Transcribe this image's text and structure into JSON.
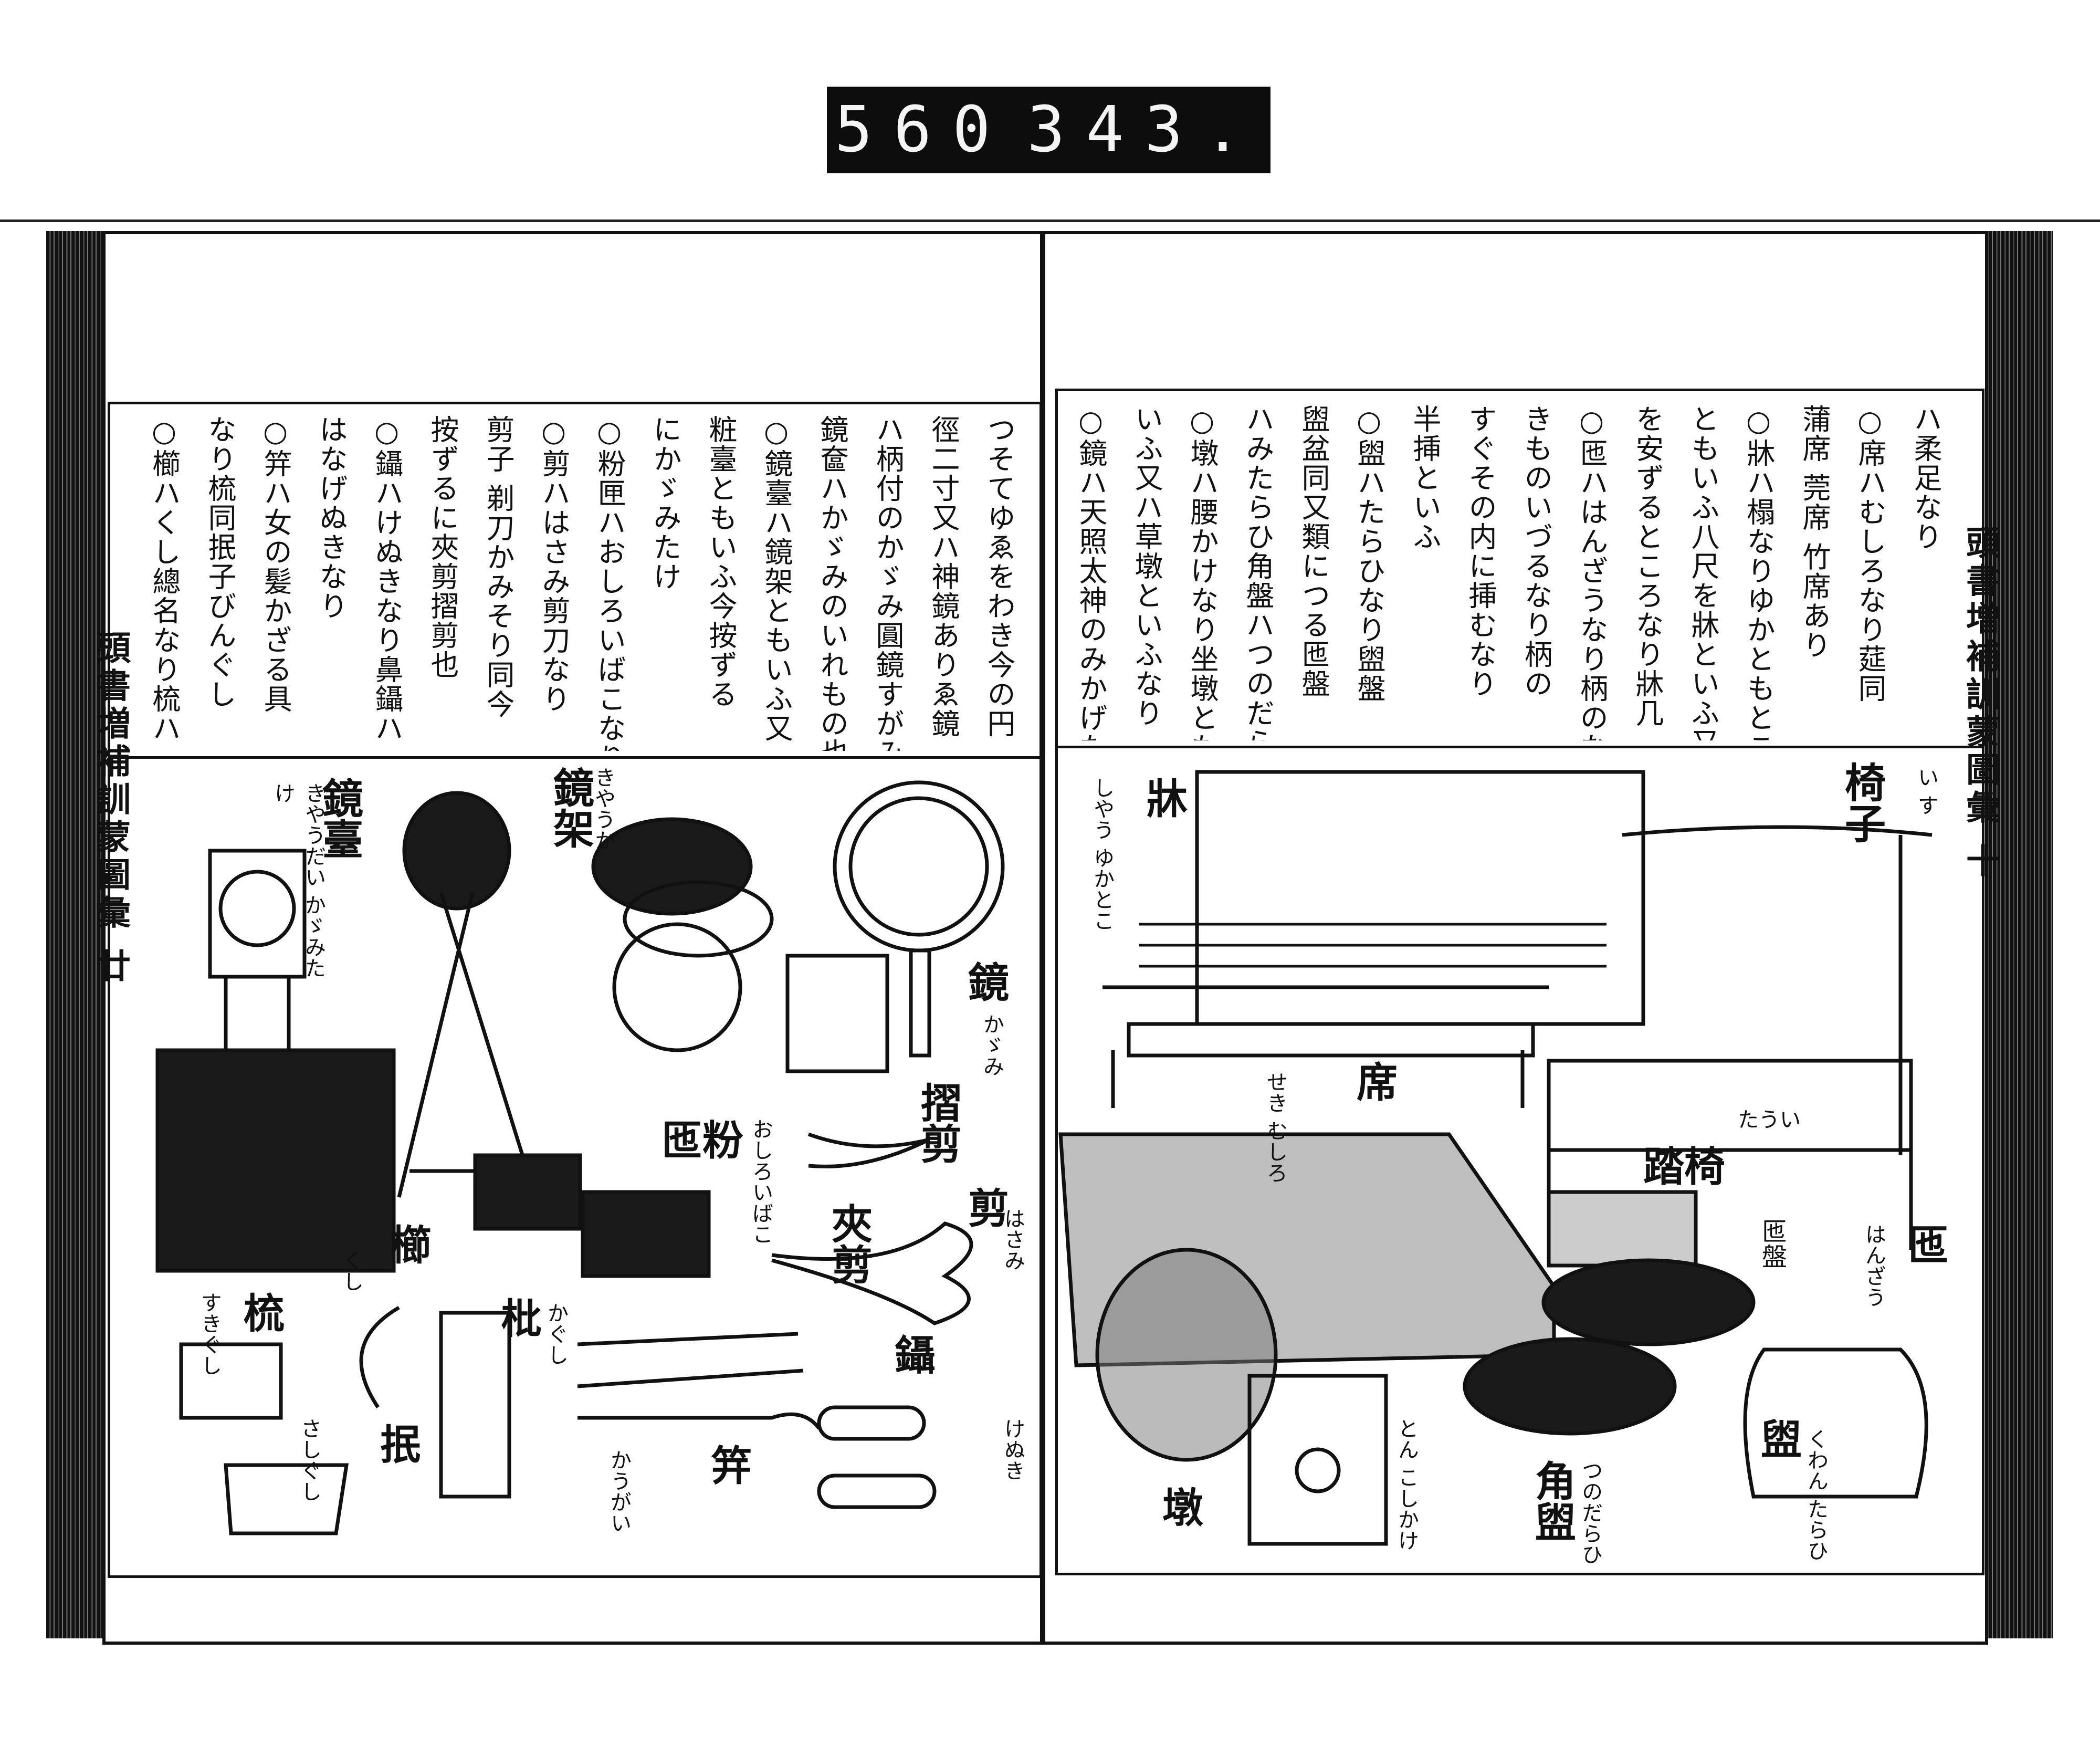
{
  "catalog_label": {
    "left": "560",
    "right": "343."
  },
  "left_page": {
    "margin_title": "頭書増補訓蒙圖彙 廿",
    "text_columns": [
      "つそてゆゑをわき今の円",
      "徑二寸又ハ神鏡ありゑ鏡",
      "ハ柄付のかゞみ圓鏡すがみ",
      "鏡奩ハかゞみのいれもの也",
      "○鏡臺ハ鏡架ともいふ又",
      "粧臺ともいふ今按ずる",
      "にかゞみたけ",
      "○粉匣ハおしろいばこなり",
      "○剪ハはさみ剪刀なり",
      "剪子 剃刀かみそり同今",
      "按ずるに夾剪摺剪也",
      "○鑷ハけぬきなり鼻鑷ハ",
      "はなげぬきなり",
      "○笄ハ女の髪かざる具",
      "なり梳同抿子びんぐし",
      "○櫛ハくし總名なり梳ハ"
    ],
    "captions": {
      "kyodai": "鏡臺",
      "kyodai_kana": "きやうだい かゞみたけ",
      "kyoka": "鏡架",
      "kyoka_kana": "きやうか",
      "kagami": "鏡",
      "kagami_kana": "かゞみ",
      "funko": "匜粉",
      "funko_kana": "おしろいばこ",
      "sen": "剪",
      "sen_kana": "はさみ",
      "kyosen": "夾剪",
      "shosen": "摺剪",
      "kushi": "櫛",
      "kushi_kana": "くし",
      "suki": "梳",
      "suki_kana": "すきぐし",
      "hi": "枇",
      "hi_kana": "かぐし",
      "bin": "抿",
      "bin_kana": "さしぐし",
      "setsu": "鑷",
      "setsu_kana": "けぬき",
      "kogai": "笄",
      "kogai_kana": "かうがい"
    }
  },
  "right_page": {
    "margin_title": "頭書増補訓蒙圖彙 十",
    "text_columns": [
      "ハ柔足なり",
      "○席ハむしろなり莚同",
      "蒲席 莞席 竹席あり",
      "○牀ハ榻なりゆかともとこ",
      "ともいふ八尺を牀といふ又",
      "を安ずるところなり牀几",
      "○匜ハはんざうなり柄のな",
      "きものいづるなり柄の",
      "すぐその内に挿むなり",
      "半挿といふ",
      "○盥ハたらひなり盥盤",
      "盥盆同又類につる匜盤",
      "ハみたらひ角盤ハつのだらひ",
      "○墩ハ腰かけなり坐墩とも",
      "いふ又ハ草墩といふなり",
      "○鏡ハ天照太神のみかげたり"
    ],
    "captions": {
      "isu": "椅子",
      "isu_kana": "い す",
      "sho": "牀",
      "sho_kana": "しやう ゆかとこ",
      "seki": "席",
      "seki_kana": "せき むしろ",
      "toi": "踏椅",
      "toi_kana": "たうい",
      "i": "匜",
      "i_kana": "はんざう",
      "iban": "匜盤",
      "kan": "盥",
      "kan_kana": "くわん たらひ",
      "kakukan": "角盥",
      "kakukan_kana": "つのだらひ",
      "ton": "墩",
      "ton_kana": "とん こしかけ"
    }
  },
  "colors": {
    "ink": "#111111",
    "paper": "#ffffff"
  }
}
